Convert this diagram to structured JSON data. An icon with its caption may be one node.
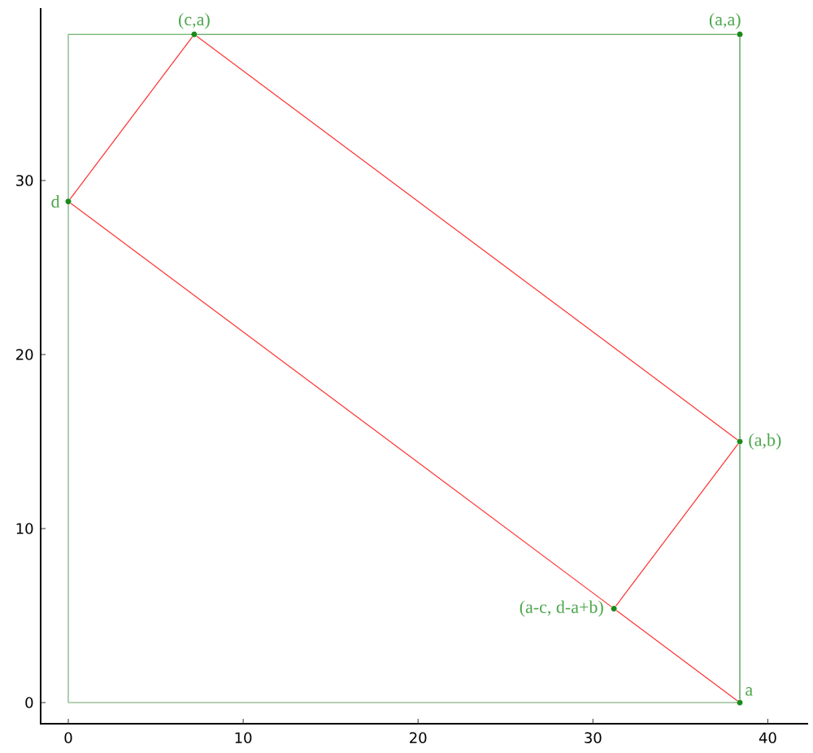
{
  "diagram": {
    "nodes": [
      {
        "text": [],
        "shape": "circle",
        "beside": [
          "(c,a)"
        ]
      },
      {
        "text": [],
        "shape": "circle",
        "beside": [
          "(a,a)"
        ]
      },
      {
        "text": [],
        "shape": "circle",
        "beside": [
          "d"
        ]
      },
      {
        "text": [],
        "shape": "circle",
        "beside": [
          "(a,b)"
        ]
      },
      {
        "text": [],
        "shape": "circle",
        "beside": [
          "(a-c, d-a+b)"
        ]
      },
      {
        "text": [],
        "shape": "circle",
        "beside": [
          "a"
        ]
      }
    ],
    "edges": [
      {
        "from": 2,
        "to": 0,
        "arrow": "none"
      },
      {
        "from": 0,
        "to": 3,
        "arrow": "none"
      },
      {
        "from": 3,
        "to": 4,
        "arrow": "none"
      },
      {
        "from": 2,
        "to": 4,
        "arrow": "none"
      },
      {
        "from": 4,
        "to": 5,
        "arrow": "none"
      },
      {
        "from": 0,
        "to": 1,
        "arrow": "none",
        "color": "#3a8f3a"
      },
      {
        "from": 1,
        "to": 3,
        "arrow": "none",
        "color": "#3a8f3a"
      },
      {
        "from": 3,
        "to": 5,
        "arrow": "none",
        "color": "#3a8f3a"
      }
    ],
    "labels": [
      "30",
      "20",
      "10",
      "0",
      "0",
      "10",
      "20",
      "30",
      "40"
    ]
  }
}
